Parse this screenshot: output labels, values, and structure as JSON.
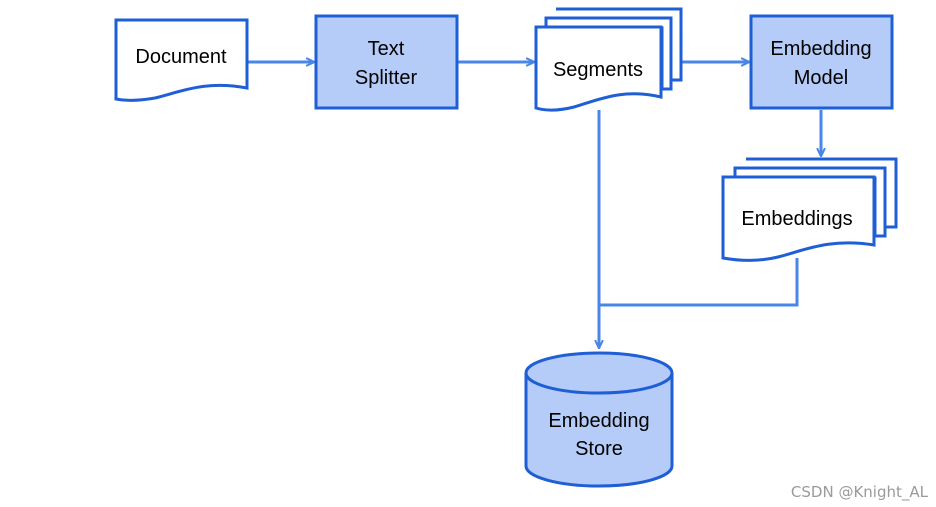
{
  "colors": {
    "stroke": "#1f5fd6",
    "connector": "#4a86e8",
    "fill_process": "#b4ccf7",
    "fill_document": "#ffffff"
  },
  "nodes": {
    "document": {
      "label": "Document"
    },
    "text_splitter": {
      "line1": "Text",
      "line2": "Splitter"
    },
    "segments": {
      "label": "Segments"
    },
    "embedding_model": {
      "line1": "Embedding",
      "line2": "Model"
    },
    "embeddings": {
      "label": "Embeddings"
    },
    "embedding_store": {
      "line1": "Embedding",
      "line2": "Store"
    }
  },
  "watermark": "CSDN @Knight_AL"
}
